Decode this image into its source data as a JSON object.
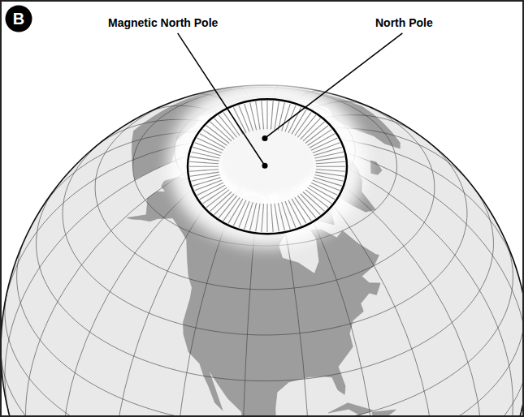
{
  "diagram": {
    "nodes": [
      {
        "text": [
          "B"
        ]
      }
    ],
    "labels": [
      "Magnetic North Pole",
      "North Pole"
    ]
  }
}
